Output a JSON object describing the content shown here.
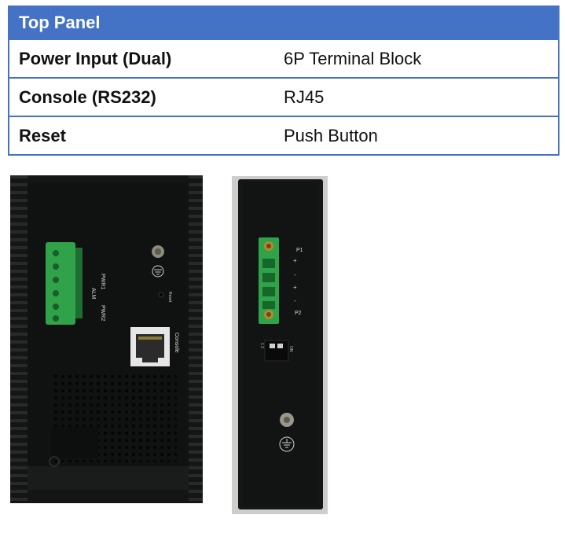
{
  "table": {
    "title": "Top Panel",
    "rows": [
      {
        "label": "Power Input (Dual)",
        "value": "6P Terminal Block"
      },
      {
        "label": "Console (RS232)",
        "value": "RJ45"
      },
      {
        "label": "Reset",
        "value": "Push Button"
      }
    ]
  },
  "photo_left": {
    "label_pwr1": "PWR1",
    "label_alm": "ALM",
    "label_pwr2": "PWR2",
    "label_plus": "+",
    "label_minus": "−",
    "label_reset": "Reset",
    "label_console": "Console"
  },
  "photo_right": {
    "label_p1": "P1",
    "label_p2": "P2",
    "label_on": "ON",
    "label_12": "1 2",
    "label_plus": "+",
    "label_minus": "-"
  },
  "colors": {
    "accent": "#4472c4",
    "terminal_green": "#2fa24a",
    "device_black": "#151617"
  }
}
